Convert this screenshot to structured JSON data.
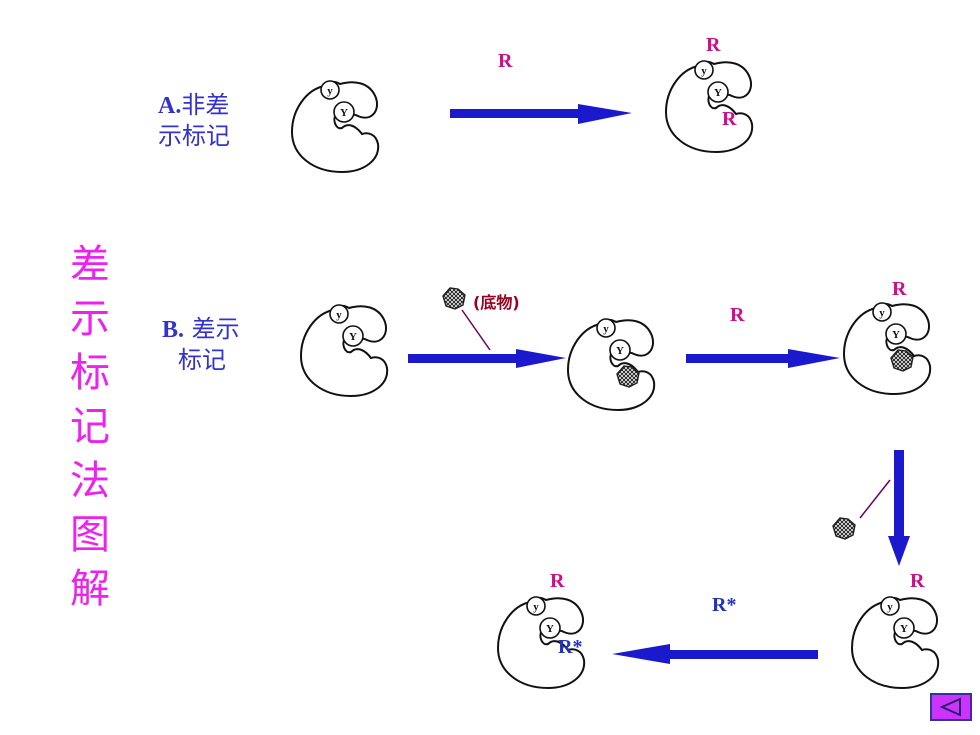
{
  "title_chars": [
    "差",
    "示",
    "标",
    "记",
    "法",
    "图",
    "解"
  ],
  "row_a": {
    "prefix": "A.",
    "line1": "非差",
    "line2": "示标记"
  },
  "row_b": {
    "prefix": "B.",
    "line1": " 差示",
    "line2": "标记"
  },
  "labels": {
    "r": "R",
    "r_star": "R*",
    "substrate": "(底物)",
    "site_small": "y",
    "site_big": "Y"
  },
  "colors": {
    "arrow": "#1a1acc",
    "title": "#ee22ee",
    "label": "#3333cc",
    "reagent": "#cc1188",
    "substrate_text": "#990022",
    "nav_button": "#cc33ff"
  }
}
